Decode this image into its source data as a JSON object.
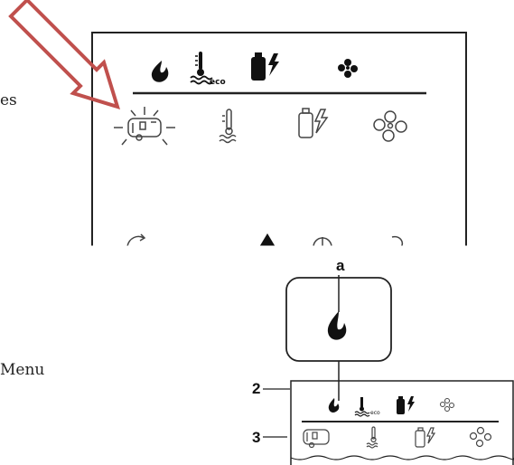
{
  "side_texts": {
    "es": "es",
    "menu": "Menu"
  },
  "top_panel": {
    "status_row": {
      "eco_label": "eco",
      "icons": [
        "gas-flame-icon",
        "water-heater-eco-icon",
        "gas-electric-icon",
        "fan-icon"
      ]
    },
    "menu_row": {
      "icons": [
        "caravan-heating-icon",
        "water-heating-icon",
        "energy-select-icon",
        "ventilation-icon"
      ]
    },
    "bottom_row": {
      "icons": [
        "sync-icon",
        "warning-icon",
        "timer-icon",
        "back-icon"
      ]
    },
    "callout_arrow": "pointer-arrow-icon"
  },
  "detail_panel": {
    "label_a": "a",
    "label_2": "2",
    "label_3": "3",
    "zoom_icon": "gas-flame-icon",
    "eco_label": "eco",
    "status_icons": [
      "gas-flame-icon",
      "water-heater-eco-icon",
      "gas-electric-icon",
      "fan-icon"
    ],
    "menu_icons": [
      "caravan-heating-icon",
      "water-heating-icon",
      "energy-select-icon",
      "ventilation-icon"
    ]
  },
  "colors": {
    "arrow": "#c0504d",
    "line": "#222222"
  }
}
